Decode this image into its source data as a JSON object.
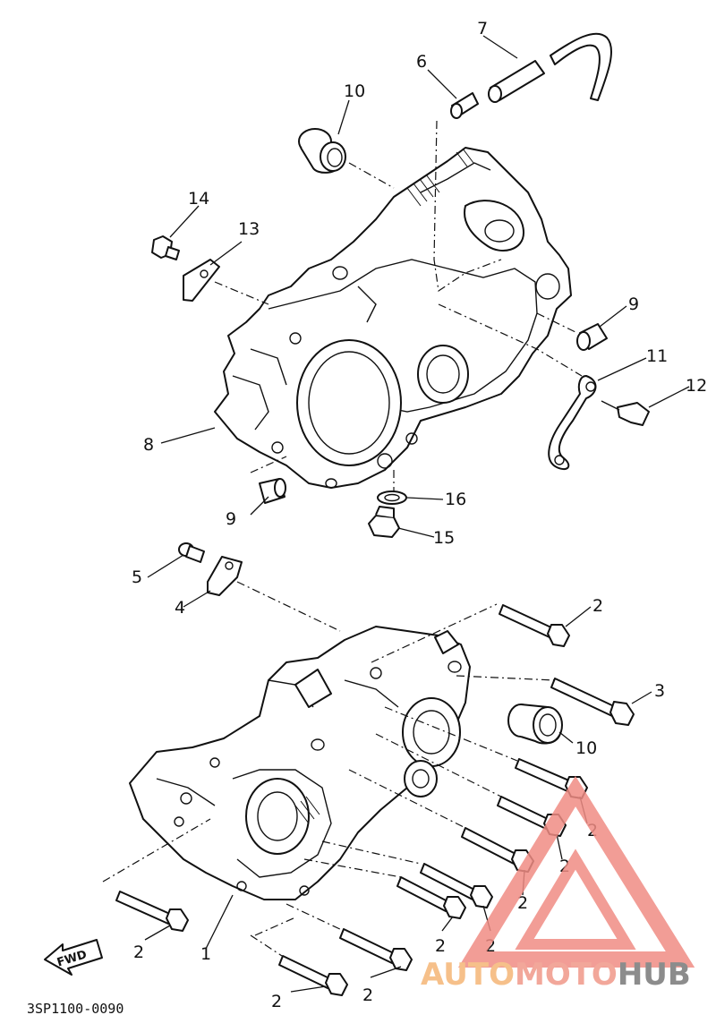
{
  "diagram": {
    "callouts": {
      "c1": "1",
      "c2": "2",
      "c3": "3",
      "c4": "4",
      "c5": "5",
      "c6": "6",
      "c7": "7",
      "c8": "8",
      "c9": "9",
      "c10": "10",
      "c11": "11",
      "c12": "12",
      "c13": "13",
      "c14": "14",
      "c15": "15",
      "c16": "16"
    },
    "fwd_label": "FWD",
    "diagram_code": "3SP1100-0090"
  },
  "watermark": {
    "brand_part1": "AUTO",
    "brand_part2": "MOTO",
    "brand_part3": "HUB",
    "colors": {
      "auto": "#f6c08a",
      "moto": "#f2a79a",
      "hub": "#8c8c8c",
      "triangle": "#f08c84"
    }
  }
}
